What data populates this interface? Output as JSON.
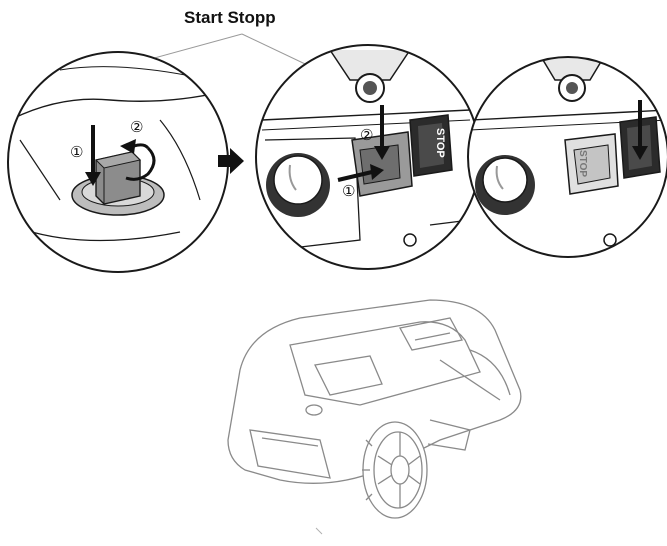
{
  "title": "Start Stopp",
  "panels": [
    {
      "name": "knob-closeup",
      "steps": [
        {
          "number": "1",
          "glyph": "①"
        },
        {
          "number": "2",
          "glyph": "②"
        }
      ]
    },
    {
      "name": "stop-button-removal",
      "button_label": "STOP",
      "steps": [
        {
          "number": "1",
          "glyph": "①"
        },
        {
          "number": "2",
          "glyph": "②"
        }
      ]
    },
    {
      "name": "stop-button-installed",
      "button_label": "STOP"
    }
  ],
  "colors": {
    "line": "#1a1a1a",
    "mower_line": "#8a8a8a",
    "knob_gray": "#8c8c8c",
    "well_gray": "#bdbdbd",
    "arrow": "#111111"
  },
  "icons": [
    "arrow-right-icon",
    "curved-arrow-icon",
    "down-arrow-icon"
  ]
}
